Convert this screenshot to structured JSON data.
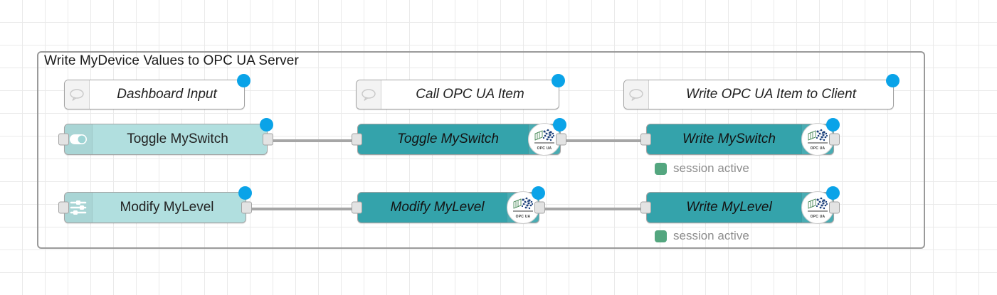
{
  "canvas": {
    "grid_size": 32,
    "grid_color": "#eaeaea",
    "background": "#ffffff"
  },
  "group": {
    "label": "Write MyDevice Values to OPC UA Server",
    "border_color": "#9a9a9a"
  },
  "colors": {
    "dashboard_node": "#b1dfdf",
    "opcua_node": "#34a3ab",
    "comment_node": "#ffffff",
    "selection_dot": "#0aa3e8",
    "wire": "#a6a6a6",
    "status_green": "#53a67f",
    "port": "#e3e3e3"
  },
  "comments": [
    {
      "label": "Dashboard Input",
      "icon": "comment-icon",
      "selected": true
    },
    {
      "label": "Call OPC UA Item",
      "icon": "comment-icon",
      "selected": true
    },
    {
      "label": "Write OPC UA Item to Client",
      "icon": "comment-icon",
      "selected": true
    }
  ],
  "nodes": {
    "row1": [
      {
        "label": "Toggle MySwitch",
        "type": "dashboard-switch",
        "icon": "toggle-switch-icon",
        "selected": true,
        "has_input": true,
        "has_output": true
      },
      {
        "label": "Toggle MySwitch",
        "type": "opcua-item",
        "icon": "opc-ua-logo-icon",
        "selected": true,
        "has_input": true,
        "has_output": true
      },
      {
        "label": "Write MySwitch",
        "type": "opcua-client",
        "icon": "opc-ua-logo-icon",
        "selected": true,
        "has_input": true,
        "has_output": true,
        "status": "session active"
      }
    ],
    "row2": [
      {
        "label": "Modify MyLevel",
        "type": "dashboard-slider",
        "icon": "sliders-icon",
        "selected": true,
        "has_input": true,
        "has_output": true
      },
      {
        "label": "Modify MyLevel",
        "type": "opcua-item",
        "icon": "opc-ua-logo-icon",
        "selected": true,
        "has_input": true,
        "has_output": true
      },
      {
        "label": "Write MyLevel",
        "type": "opcua-client",
        "icon": "opc-ua-logo-icon",
        "selected": true,
        "has_input": true,
        "has_output": true,
        "status": "session active"
      }
    ]
  },
  "badge": {
    "text": "OPC UA"
  }
}
